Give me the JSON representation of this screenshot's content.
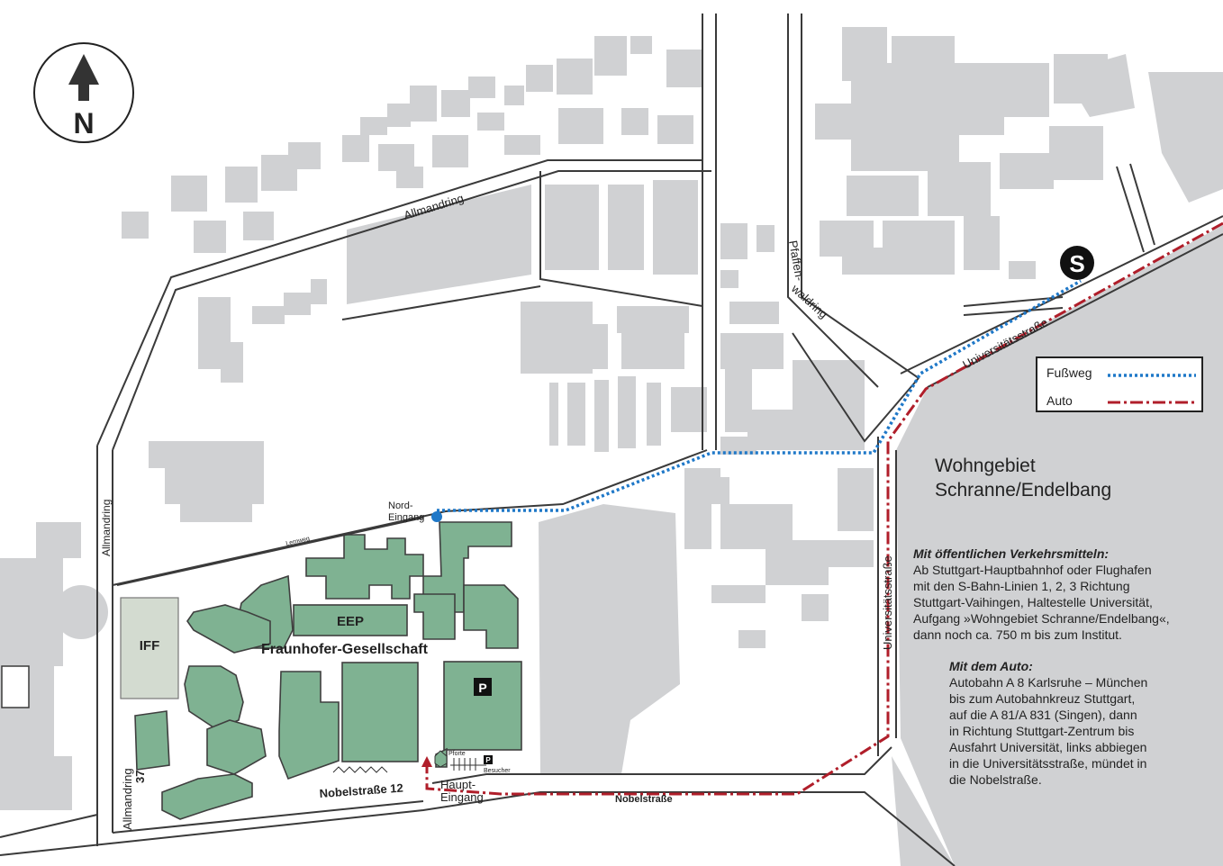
{
  "compass": {
    "letter": "N",
    "icon": "north-arrow-icon"
  },
  "streets": {
    "allmandring_top": "Allmandring",
    "allmandring_left": "Allmandring",
    "allmandring_37": "Allmandring 37",
    "pfaffenwaldring": "Pfaffenwaldring",
    "universitaetsstrasse_ne": "Universitätsstraße",
    "universitaetsstrasse_vertical": "Universitätsstraße",
    "nobelstrasse": "Nobelstraße",
    "nobelstrasse_12": "Nobelstraße 12",
    "lernweg": "Lernweg"
  },
  "places": {
    "nord_eingang_line1": "Nord-",
    "nord_eingang_line2": "Eingang",
    "haupt_eingang_line1": "Haupt-",
    "haupt_eingang_line2": "Eingang",
    "iff": "IFF",
    "eep": "EEP",
    "fraunhofer": "Fraunhofer-Gesellschaft",
    "parking": "P",
    "pforte": "Pforte",
    "besucher": "Besucher",
    "sbahn": "S",
    "area_line1": "Wohngebiet",
    "area_line2": "Schranne/Endelbang"
  },
  "legend": {
    "walk_label": "Fußweg",
    "car_label": "Auto",
    "walk_color": "#1f78c8",
    "car_color": "#b01e2a"
  },
  "colors": {
    "building": "#d0d1d3",
    "fraunhofer_building": "#7fb292",
    "iff_building": "#d3dbd0",
    "residential_area": "#d0d1d3"
  },
  "directions": {
    "public_heading": "Mit öffentlichen Verkehrsmitteln:",
    "public_lines": [
      "Ab Stuttgart-Hauptbahnhof oder Flughafen",
      "mit den S-Bahn-Linien 1, 2, 3 Richtung",
      "Stuttgart-Vaihingen, Haltestelle Universität,",
      "Aufgang »Wohngebiet Schranne/Endelbang«,",
      "dann noch ca. 750 m bis zum Institut."
    ],
    "car_heading": "Mit dem Auto:",
    "car_lines": [
      "Autobahn A 8 Karlsruhe – München",
      "bis zum Autobahnkreuz Stuttgart,",
      "auf die A 81/A 831 (Singen), dann",
      "in Richtung Stuttgart-Zentrum bis",
      "Ausfahrt Universität, links abbiegen",
      "in die Universitätsstraße, mündet in",
      "die Nobelstraße."
    ]
  }
}
